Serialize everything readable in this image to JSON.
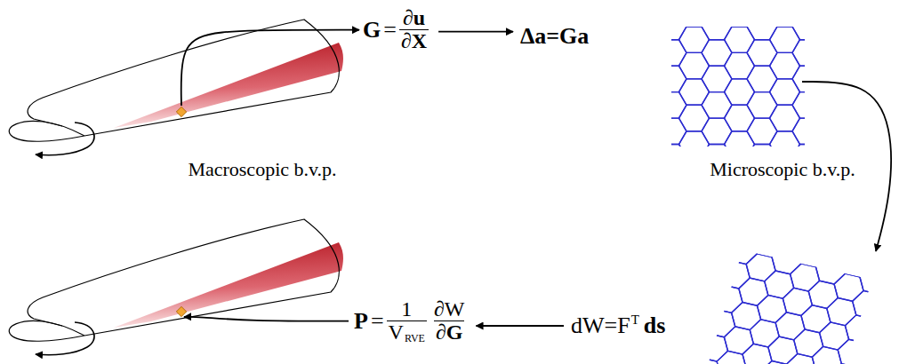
{
  "diagram": {
    "labels": [
      "G",
      "=",
      "∂u",
      "∂X",
      "Δa=Ga",
      "Macroscopic b.v.p.",
      "Microscopic b.v.p.",
      "dW=F",
      "T",
      "ds",
      "P",
      "=",
      "1",
      "V",
      "RVE",
      "∂W",
      "∂G"
    ]
  }
}
